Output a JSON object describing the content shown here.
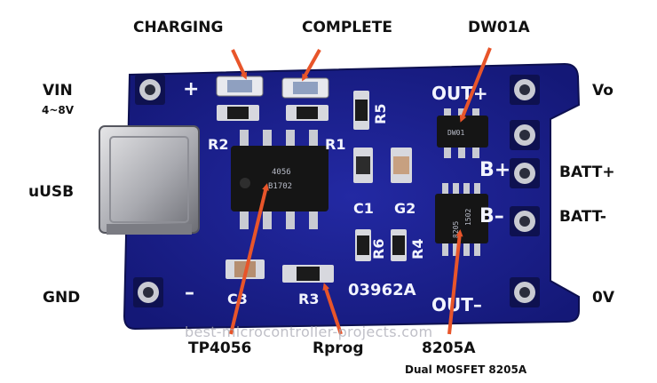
{
  "labels": {
    "charging": "CHARGING",
    "complete": "COMPLETE",
    "dw01a": "DW01A",
    "vin": "VIN",
    "vin_range": "4~8V",
    "vo": "Vo",
    "usb": "uUSB",
    "batt_plus": "BATT+",
    "batt_minus": "BATT-",
    "gnd": "GND",
    "zero_v": "0V",
    "tp4056": "TP4056",
    "rprog": "Rprog",
    "mosfet": "8205A",
    "mosfet_desc": "Dual MOSFET 8205A"
  },
  "silkscreen": {
    "plus": "+",
    "minus": "–",
    "r2": "R2",
    "r1": "R1",
    "r5": "R5",
    "out_plus": "OUT+",
    "b_plus": "B+",
    "b_minus": "B–",
    "c1": "C1",
    "g2": "G2",
    "r6": "R6",
    "r4": "R4",
    "c3": "C3",
    "r3": "R3",
    "board_code": "03962A",
    "out_minus": "OUT–"
  },
  "chips": {
    "tp4056_line1": "4056",
    "tp4056_line2": "B1702",
    "dw01_text": "DW01",
    "mosfet_line1": "8205",
    "mosfet_line2": "1502"
  },
  "watermark": "best-microcontroller-projects.com",
  "colors": {
    "pcb": "#1a1f8a",
    "pcb_dark": "#10135e",
    "pad": "#c9cbd2",
    "arrow": "#e8552a",
    "chip": "#151515"
  }
}
